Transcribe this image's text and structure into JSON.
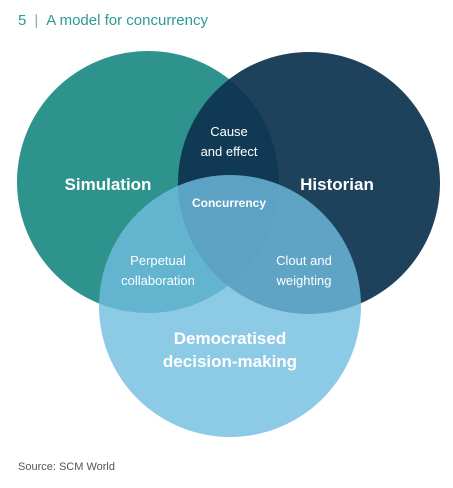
{
  "header": {
    "figure_number": "5",
    "separator": "|",
    "title": "A model for concurrency"
  },
  "venn": {
    "sets": {
      "simulation": {
        "label": "Simulation",
        "color": "#1e8a84"
      },
      "historian": {
        "label": "Historian",
        "color": "#0e3450"
      },
      "democratised": {
        "label_line1": "Democratised",
        "label_line2": "decision-making",
        "color": "#6fbde0"
      }
    },
    "intersections": {
      "cause_and_effect": {
        "line1": "Cause",
        "line2": "and effect"
      },
      "perpetual_collaboration": {
        "line1": "Perpetual",
        "line2": "collaboration"
      },
      "clout_and_weighting": {
        "line1": "Clout and",
        "line2": "weighting"
      },
      "concurrency": {
        "label": "Concurrency"
      }
    }
  },
  "source": "Source: SCM World"
}
